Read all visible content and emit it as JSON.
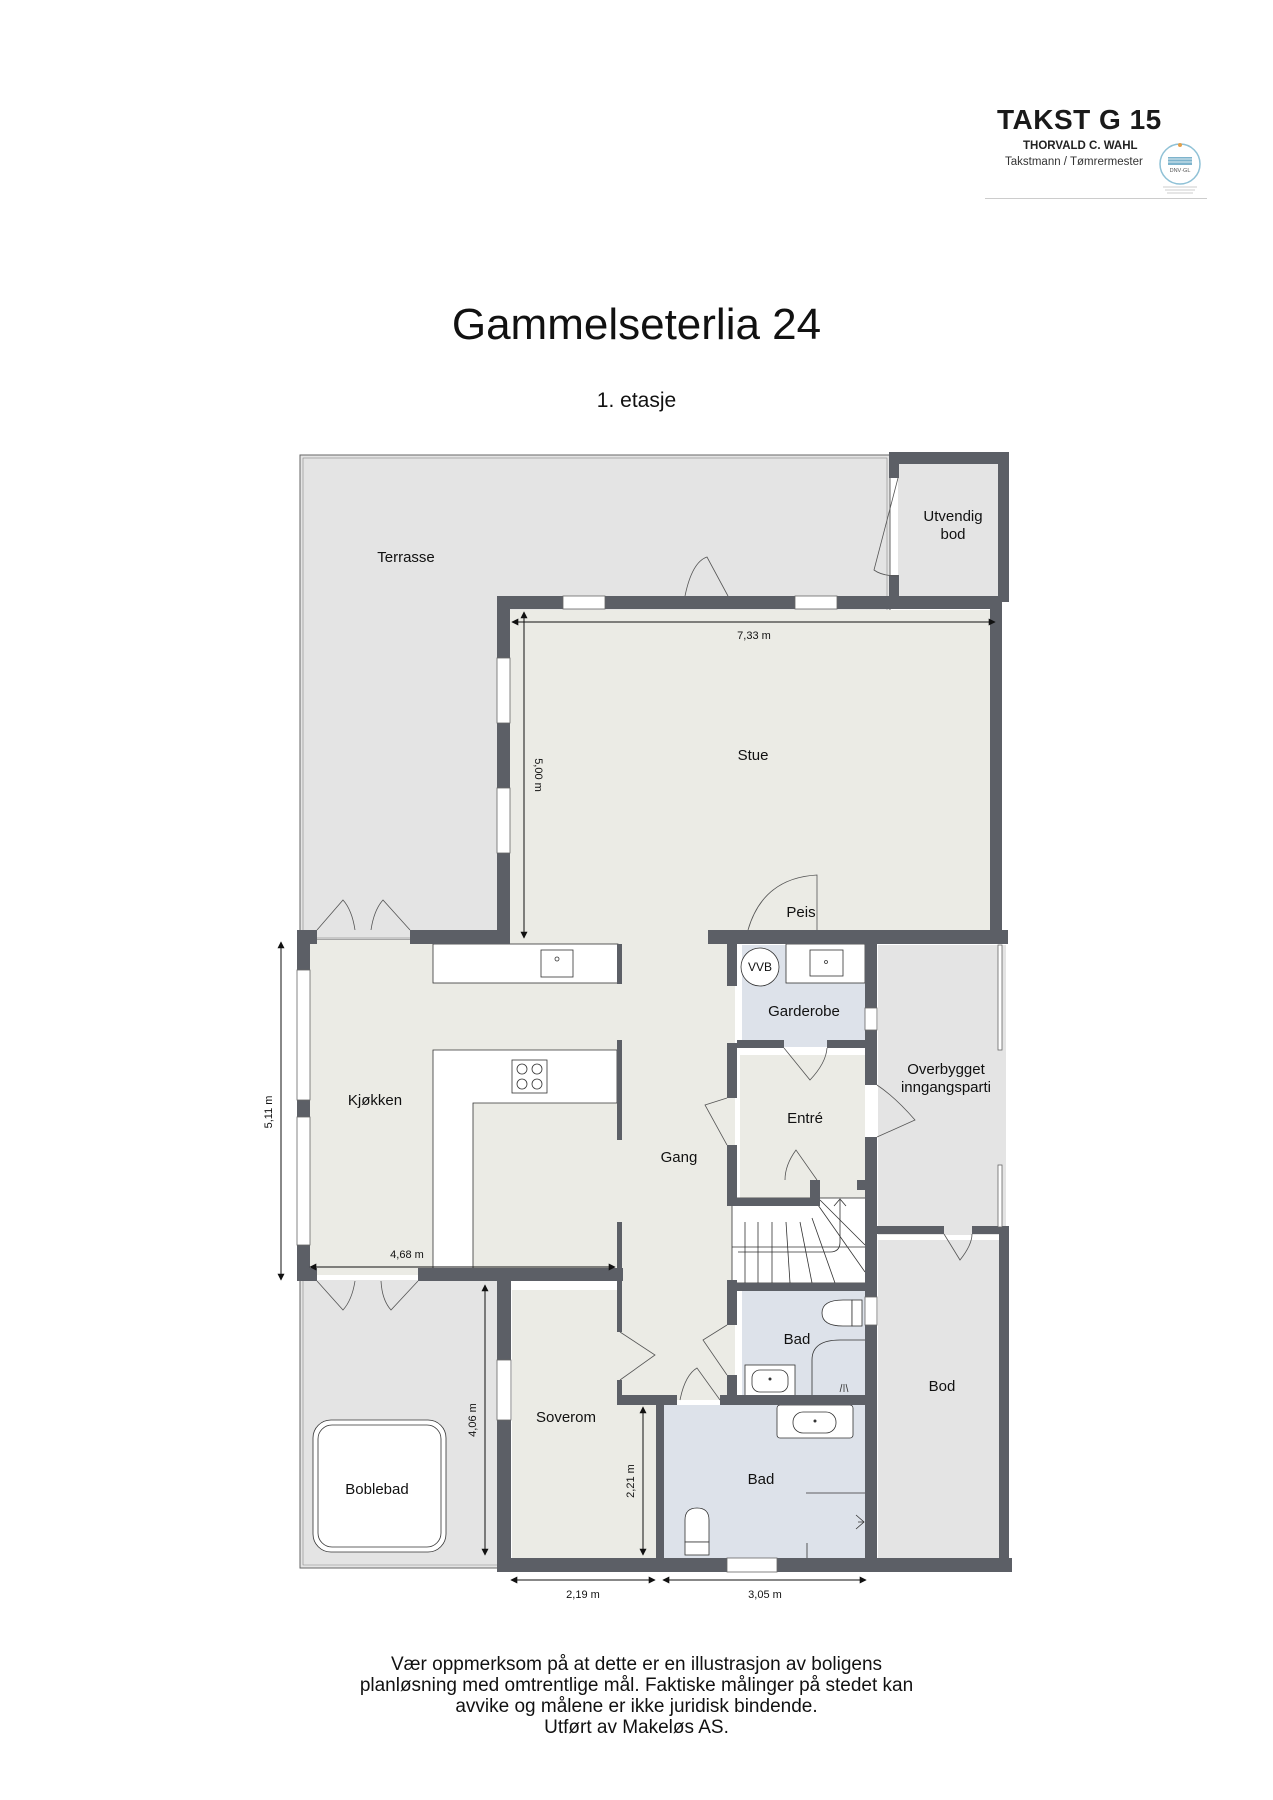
{
  "logo": {
    "brand": "TAKST G 15",
    "name": "THORVALD C. WAHL",
    "role": "Takstmann / Tømrermester",
    "certification_badge": "DNV·GL"
  },
  "header": {
    "title": "Gammelseterlia 24",
    "floor": "1. etasje"
  },
  "rooms": {
    "terrasse": "Terrasse",
    "utvendig_bod_line1": "Utvendig",
    "utvendig_bod_line2": "bod",
    "stue": "Stue",
    "peis": "Peis",
    "vvb": "VVB",
    "garderobe": "Garderobe",
    "overbygget_line1": "Overbygget",
    "overbygget_line2": "inngangsparti",
    "kjokken": "Kjøkken",
    "entre": "Entré",
    "gang": "Gang",
    "bad_upper": "Bad",
    "bod": "Bod",
    "soverom": "Soverom",
    "bad_lower": "Bad",
    "boblebad": "Boblebad"
  },
  "dimensions": {
    "stue_width": "7,33 m",
    "stue_depth": "5,00 m",
    "kjokken_depth": "5,11 m",
    "kjokken_width": "4,68 m",
    "terrasse_lower_depth": "4,06 m",
    "soverom_depth": "2,21 m",
    "soverom_width": "2,19 m",
    "bad_width": "3,05 m"
  },
  "colors": {
    "wall": "#5c5f66",
    "living_floor": "#ebebe5",
    "outdoor_floor": "#e4e4e4",
    "wet_room_floor": "#dde2ea",
    "fixture": "#ffffff"
  },
  "disclaimer": {
    "line1": "Vær oppmerksom på at dette er en illustrasjon av boligens",
    "line2": "planløsning med omtrentlige mål. Faktiske målinger på stedet kan",
    "line3": "avvike og målene er ikke juridisk bindende.",
    "line4": "Utført av Makeløs AS."
  }
}
